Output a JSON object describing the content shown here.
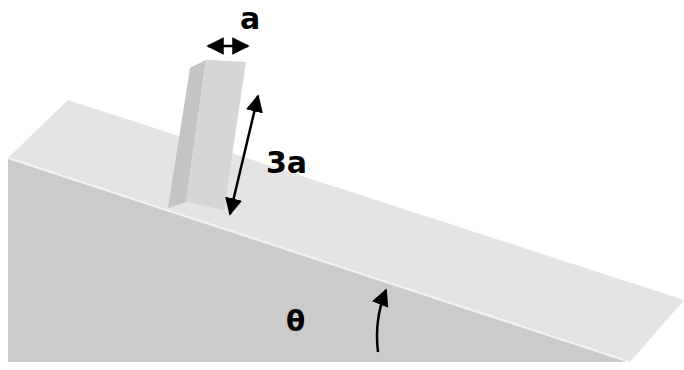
{
  "diagram": {
    "labels": [
      "a",
      "3a",
      "θ"
    ]
  }
}
